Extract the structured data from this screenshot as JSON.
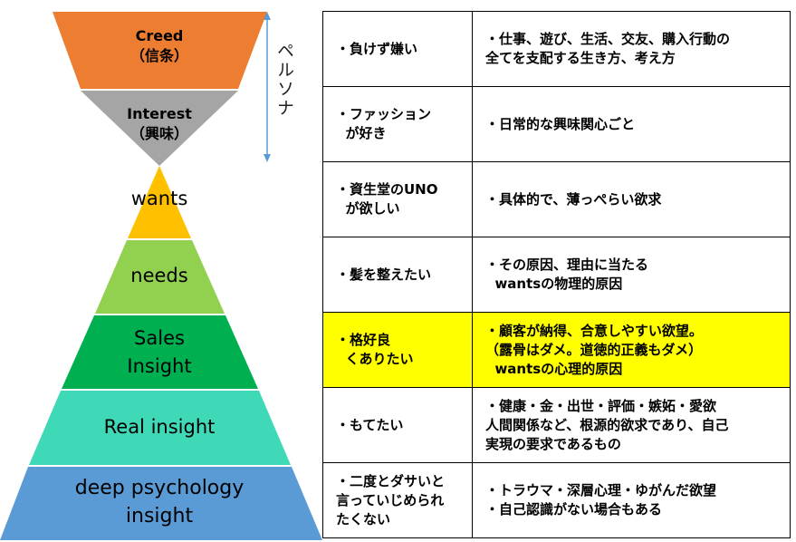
{
  "funnel": {
    "creed": {
      "line1": "Creed",
      "line2": "（信条）"
    },
    "interest": {
      "line1": "Interest",
      "line2": "（興味）"
    },
    "persona_label": "ペルソナ",
    "levels": {
      "wants": "wants",
      "needs": "needs",
      "sales": [
        "Sales",
        "Insight"
      ],
      "real": "Real insight",
      "deep": [
        "deep psychology",
        "insight"
      ]
    },
    "colors": {
      "creed": "#ed7d31",
      "interest": "#a5a5a5",
      "wants": "#ffc000",
      "needs": "#92d050",
      "sales": "#00b050",
      "real": "#40d9b8",
      "deep": "#5b9bd5",
      "arrow": "#5b9bd5"
    }
  },
  "table": {
    "highlight_color": "#ffff00",
    "rows": [
      {
        "left": "・負けず嫌い",
        "right": "・仕事、遊び、生活、交友、購入行動の\n全てを支配する生き方、考え方"
      },
      {
        "left": "・ファッション\n  が好き",
        "right": "・日常的な興味関心ごと"
      },
      {
        "left": "・資生堂のUNO\n  が欲しい",
        "right": "・具体的で、薄っぺらい欲求"
      },
      {
        "left": "・髪を整えたい",
        "right": "・その原因、理由に当たる\n  wantsの物理的原因"
      },
      {
        "left": "・格好良\n  くありたい",
        "right": "・顧客が納得、合意しやすい欲望。\n（露骨はダメ。道徳的正義もダメ）\n  wantsの心理的原因",
        "highlight": true
      },
      {
        "left": "・もてたい",
        "right": "・健康・金・出世・評価・嫉妬・愛欲\n人間関係など、根源的欲求であり、自己\n実現の要求であるもの"
      },
      {
        "left": "・二度とダサいと\n言っていじめられ\nたくない",
        "right": "・トラウマ・深層心理・ゆがんだ欲望\n・自己認識がない場合もある"
      }
    ]
  }
}
